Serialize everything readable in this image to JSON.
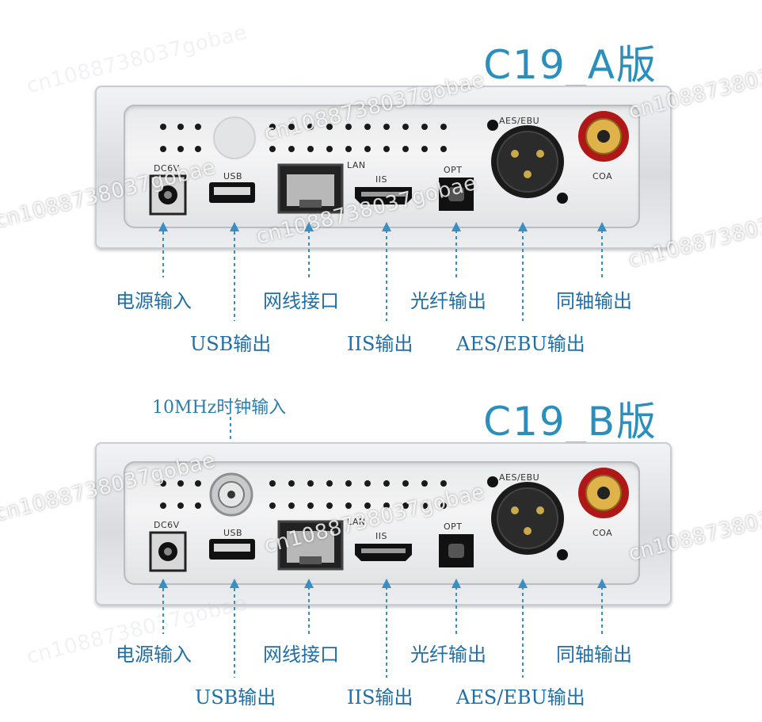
{
  "versions": [
    {
      "title": "C19_A版",
      "top_label": "",
      "port_labels": {
        "dc": "DC6V",
        "usb": "USB",
        "lan": "LAN",
        "iis": "IIS",
        "opt": "OPT",
        "aes": "AES/EBU",
        "coa": "COA"
      },
      "captions": {
        "power": "电源输入",
        "lan": "网线接口",
        "optical": "光纤输出",
        "coaxial": "同轴输出",
        "usb": "USB输出",
        "iis": "IIS输出",
        "aes": "AES/EBU输出"
      },
      "watermark": "cn1088738037gobae"
    },
    {
      "title": "C19_B版",
      "top_label": "10MHz时钟输入",
      "port_labels": {
        "dc": "DC6V",
        "usb": "USB",
        "lan": "LAN",
        "iis": "IIS",
        "opt": "OPT",
        "aes": "AES/EBU",
        "coa": "COA"
      },
      "captions": {
        "power": "电源输入",
        "lan": "网线接口",
        "optical": "光纤输出",
        "coaxial": "同轴输出",
        "usb": "USB输出",
        "iis": "IIS输出",
        "aes": "AES/EBU输出"
      },
      "watermark": "cn1088738037gobae"
    }
  ],
  "colors": {
    "caption": "#1f6fa8",
    "title": "#2a8fbd",
    "arrow": "#3a8ec4",
    "device": "#dcdee2"
  }
}
